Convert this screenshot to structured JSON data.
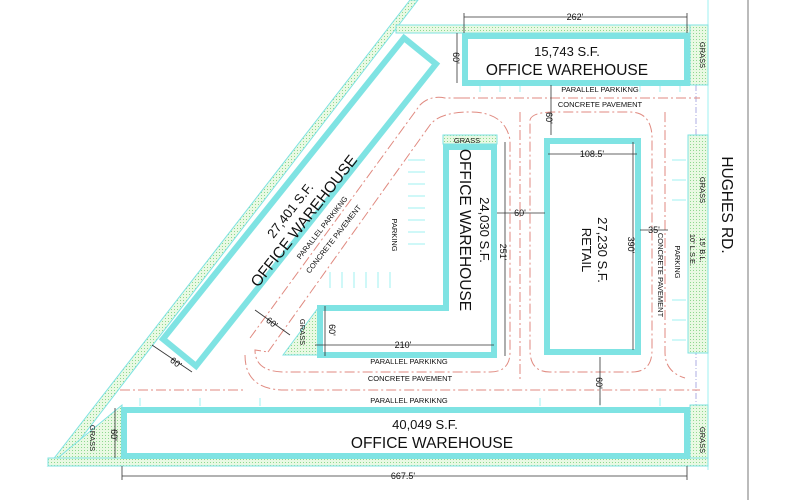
{
  "buildings": {
    "top": {
      "area": "15,743 S.F.",
      "use": "OFFICE WAREHOUSE"
    },
    "diagonal": {
      "area": "27,401 S.F.",
      "use": "OFFICE WAREHOUSE"
    },
    "middle": {
      "area": "24,030 S.F.",
      "use": "OFFICE WAREHOUSE"
    },
    "retail": {
      "area": "27,230 S.F.",
      "use": "RETAIL"
    },
    "bottom": {
      "area": "40,049 S.F.",
      "use": "OFFICE WAREHOUSE"
    }
  },
  "labels": {
    "parallel_parking": "PARALLEL PARKIKNG",
    "concrete_pavement": "CONCRETE PAVEMENT",
    "parking": "PARKING",
    "grass": "GRASS",
    "road": "HUGHES RD.",
    "building_line": "15' B.L.",
    "landscape_easement": "10' L.S.E."
  },
  "dimensions": {
    "top_width": "262'",
    "top_depth": "60'",
    "drive_width_top": "60'",
    "retail_width": "108.5'",
    "retail_length": "390'",
    "middle_length": "251'",
    "middle_gap": "60'",
    "side_drive": "35'",
    "diagonal_drive": "60'",
    "diagonal_depth": "60'",
    "middle_leg_depth": "60'",
    "middle_leg_width": "210'",
    "bottom_drive": "60'",
    "bottom_depth": "60'",
    "bottom_width": "667.5'"
  },
  "colors": {
    "outline": "#7fe3e3",
    "grass": "#8fe08f",
    "pavement": "#e08a80"
  }
}
